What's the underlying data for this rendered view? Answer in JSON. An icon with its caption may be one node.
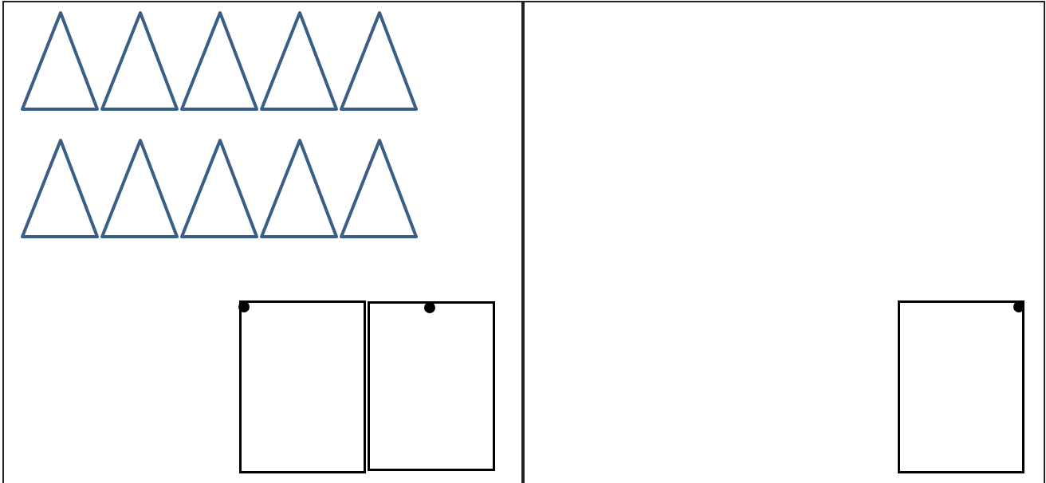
{
  "diagram": {
    "nodes": [
      {
        "text": [],
        "shape": "box"
      },
      {
        "text": [],
        "shape": "triangle",
        "in": 0
      },
      {
        "text": [],
        "shape": "triangle",
        "in": 0
      },
      {
        "text": [],
        "shape": "triangle",
        "in": 0
      },
      {
        "text": [],
        "shape": "triangle",
        "in": 0
      },
      {
        "text": [],
        "shape": "triangle",
        "in": 0
      },
      {
        "text": [],
        "shape": "triangle",
        "in": 0
      },
      {
        "text": [],
        "shape": "triangle",
        "in": 0
      },
      {
        "text": [],
        "shape": "triangle",
        "in": 0
      },
      {
        "text": [],
        "shape": "triangle",
        "in": 0
      },
      {
        "text": [],
        "shape": "triangle",
        "in": 0
      },
      {
        "text": [],
        "shape": "box",
        "in": 0
      },
      {
        "text": [],
        "shape": "box",
        "in": 0
      },
      {
        "text": [],
        "shape": "box"
      },
      {
        "text": [],
        "shape": "box",
        "in": 13
      }
    ]
  }
}
